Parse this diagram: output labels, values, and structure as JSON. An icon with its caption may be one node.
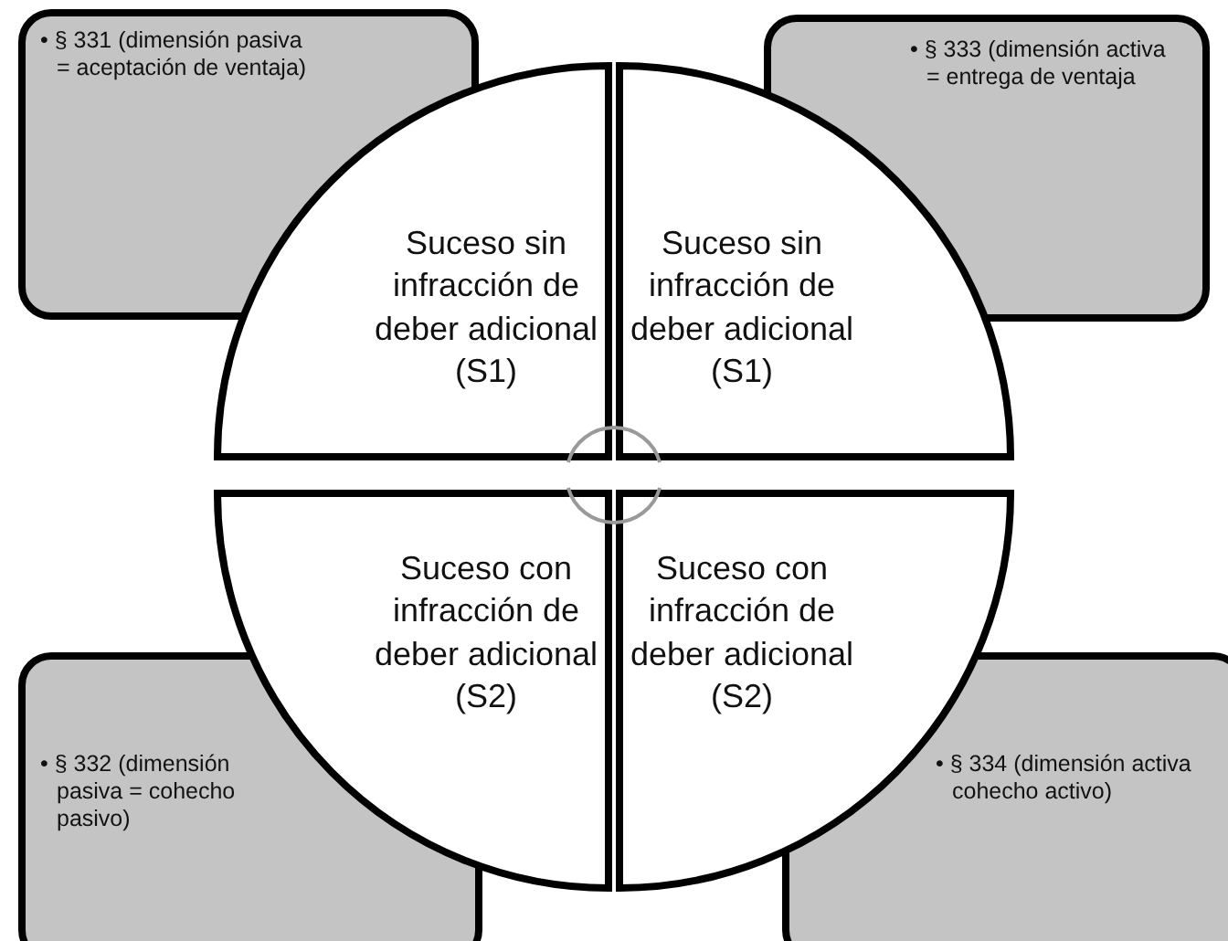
{
  "diagram": {
    "nodes": [
      {
        "text": [
          "• § 331 (dimensión pasiva = aceptación de ventaja)"
        ]
      },
      {
        "text": [
          "• § 333 (dimensión activa =  entrega de ventaja"
        ]
      },
      {
        "text": [
          "Suceso sin infracción de deber adicional (S1)"
        ]
      },
      {
        "text": [
          "Suceso sin infracción de deber adicional (S1)"
        ]
      },
      {
        "text": [
          "Suceso con infracción de deber adicional (S2)"
        ]
      },
      {
        "text": [
          "Suceso con infracción de deber adicional (S2)"
        ]
      },
      {
        "text": [
          "• § 332 (dimensión pasiva = cohecho pasivo)"
        ]
      },
      {
        "text": [
          "• § 334 (dimensión activa cohecho activo)"
        ]
      }
    ]
  }
}
